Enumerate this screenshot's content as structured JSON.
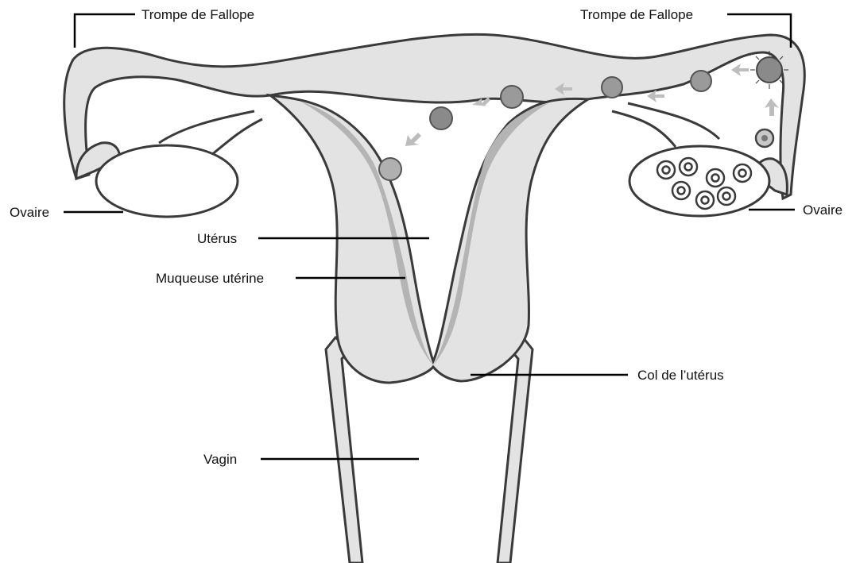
{
  "labels": {
    "tube_left": "Trompe de Fallope",
    "tube_right": "Trompe de Fallope",
    "ovary_left": "Ovaire",
    "ovary_right": "Ovaire",
    "uterus": "Utérus",
    "endometrium": "Muqueuse utérine",
    "cervix": "Col de l’utérus",
    "vagina": "Vagin"
  },
  "colors": {
    "organ_fill": "#e3e3e3",
    "outline": "#3a3a3a",
    "endometrium": "#b4b4b4",
    "arrow": "#bdbdbd",
    "cell": "#8a8a8a"
  }
}
